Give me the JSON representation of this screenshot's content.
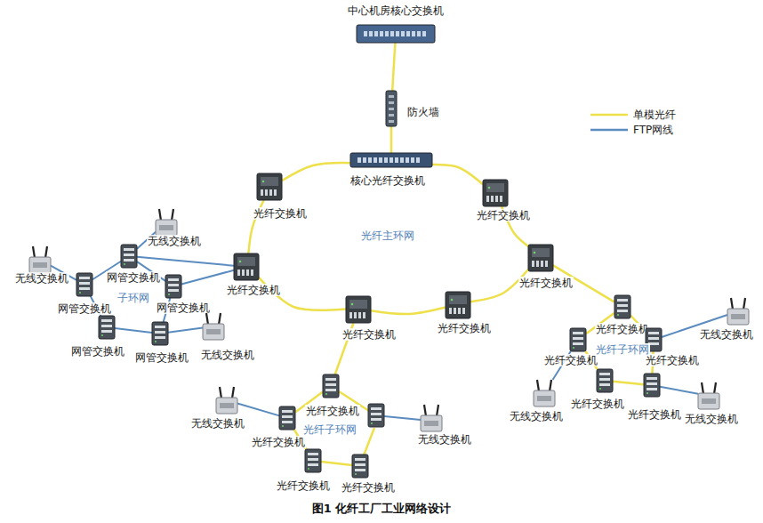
{
  "diagram": {
    "caption": "图1 化纤工厂工业网络设计",
    "nodes": [
      {
        "text": [
          "中心机房核心交换机"
        ]
      },
      {
        "text": [
          "防火墙"
        ]
      },
      {
        "text": [
          "核心光纤交换机"
        ]
      },
      {
        "text": [
          "光纤交换机"
        ]
      },
      {
        "text": [
          "光纤交换机"
        ]
      },
      {
        "text": [
          "光纤交换机"
        ]
      },
      {
        "text": [
          "光纤交换机"
        ]
      },
      {
        "text": [
          "光纤交换机"
        ]
      },
      {
        "text": [
          "光纤交换机"
        ]
      },
      {
        "text": [
          "无线交换机"
        ]
      },
      {
        "text": [
          "网管交换机"
        ]
      },
      {
        "text": [
          "无线交换机"
        ]
      },
      {
        "text": [
          "网管交换机"
        ]
      },
      {
        "text": [
          "网管交换机"
        ]
      },
      {
        "text": [
          "网管交换机"
        ]
      },
      {
        "text": [
          "网管交换机"
        ]
      },
      {
        "text": [
          "无线交换机"
        ]
      },
      {
        "text": [
          "光纤交换机"
        ]
      },
      {
        "text": [
          "无线交换机"
        ]
      },
      {
        "text": [
          "光纤交换机"
        ]
      },
      {
        "text": [
          "无线交换机"
        ]
      },
      {
        "text": [
          "光纤交换机"
        ]
      },
      {
        "text": [
          "光纤交换机"
        ]
      },
      {
        "text": [
          "光纤交换机"
        ]
      },
      {
        "text": [
          "无线交换机"
        ]
      },
      {
        "text": [
          "光纤交换机"
        ]
      },
      {
        "text": [
          "光纤交换机"
        ]
      },
      {
        "text": [
          "无线交换机"
        ]
      },
      {
        "text": [
          "光纤交换机"
        ]
      },
      {
        "text": [
          "光纤交换机"
        ]
      },
      {
        "text": [
          "无线交换机"
        ]
      }
    ],
    "edges": [
      {
        "from": 0,
        "to": 1,
        "arrow": "none"
      },
      {
        "from": 1,
        "to": 2,
        "arrow": "none"
      },
      {
        "from": 2,
        "to": 3,
        "arrow": "none"
      },
      {
        "from": 3,
        "to": 6,
        "arrow": "none"
      },
      {
        "from": 6,
        "to": 7,
        "arrow": "none"
      },
      {
        "from": 7,
        "to": 8,
        "arrow": "none"
      },
      {
        "from": 8,
        "to": 5,
        "arrow": "none"
      },
      {
        "from": 5,
        "to": 4,
        "arrow": "none"
      },
      {
        "from": 4,
        "to": 2,
        "arrow": "none"
      },
      {
        "from": 6,
        "to": 10,
        "arrow": "none"
      },
      {
        "from": 6,
        "to": 13,
        "arrow": "none"
      },
      {
        "from": 9,
        "to": 10,
        "arrow": "none"
      },
      {
        "from": 11,
        "to": 12,
        "arrow": "none"
      },
      {
        "from": 10,
        "to": 12,
        "arrow": "none"
      },
      {
        "from": 10,
        "to": 13,
        "arrow": "none"
      },
      {
        "from": 12,
        "to": 14,
        "arrow": "none"
      },
      {
        "from": 13,
        "to": 15,
        "arrow": "none"
      },
      {
        "from": 14,
        "to": 15,
        "arrow": "none"
      },
      {
        "from": 15,
        "to": 16,
        "arrow": "none"
      },
      {
        "from": 7,
        "to": 17,
        "arrow": "none"
      },
      {
        "from": 17,
        "to": 19,
        "arrow": "none"
      },
      {
        "from": 19,
        "to": 21,
        "arrow": "none"
      },
      {
        "from": 21,
        "to": 22,
        "arrow": "none"
      },
      {
        "from": 18,
        "to": 19,
        "arrow": "none"
      },
      {
        "from": 5,
        "to": 23,
        "arrow": "none"
      },
      {
        "from": 23,
        "to": 25,
        "arrow": "none"
      },
      {
        "from": 23,
        "to": 26,
        "arrow": "none"
      },
      {
        "from": 25,
        "to": 28,
        "arrow": "none"
      },
      {
        "from": 26,
        "to": 29,
        "arrow": "none"
      },
      {
        "from": 28,
        "to": 29,
        "arrow": "none"
      },
      {
        "from": 26,
        "to": 24,
        "arrow": "none"
      },
      {
        "from": 25,
        "to": 27,
        "arrow": "none"
      },
      {
        "from": 29,
        "to": 30,
        "arrow": "none"
      }
    ],
    "labels": [
      "光纤主环网",
      "子环网",
      "光纤子环网",
      "光纤子环网"
    ],
    "legend": [
      {
        "text": "单模光纤"
      },
      {
        "text": "FTP网线"
      }
    ]
  }
}
